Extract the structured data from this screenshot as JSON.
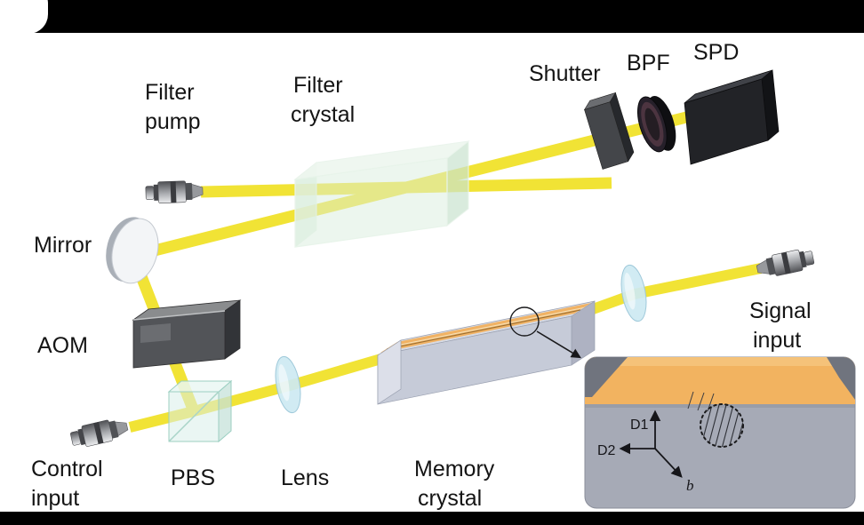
{
  "figure": {
    "kind": "optical-setup-diagram"
  },
  "labels": {
    "filter_pump": [
      "Filter",
      "pump"
    ],
    "filter_crystal": [
      "Filter",
      "crystal"
    ],
    "shutter": "Shutter",
    "bpf": "BPF",
    "spd": "SPD",
    "mirror": "Mirror",
    "aom": "AOM",
    "control_input": [
      "Control",
      "input"
    ],
    "pbs": "PBS",
    "lens": "Lens",
    "memory_crystal": [
      "Memory",
      "crystal"
    ],
    "signal_input": [
      "Signal",
      "input"
    ]
  },
  "inset": {
    "d1": "D1",
    "d2": "D2",
    "b": "b"
  },
  "colors": {
    "beam": "#f1e335",
    "filter_crystal": "#d9eedd",
    "memory_crystal_body": "#c6cbd8",
    "memory_crystal_top": "#f1b263",
    "inset_body": "#a6aab6",
    "inset_top": "#f2b360",
    "label_text": "#141414"
  }
}
